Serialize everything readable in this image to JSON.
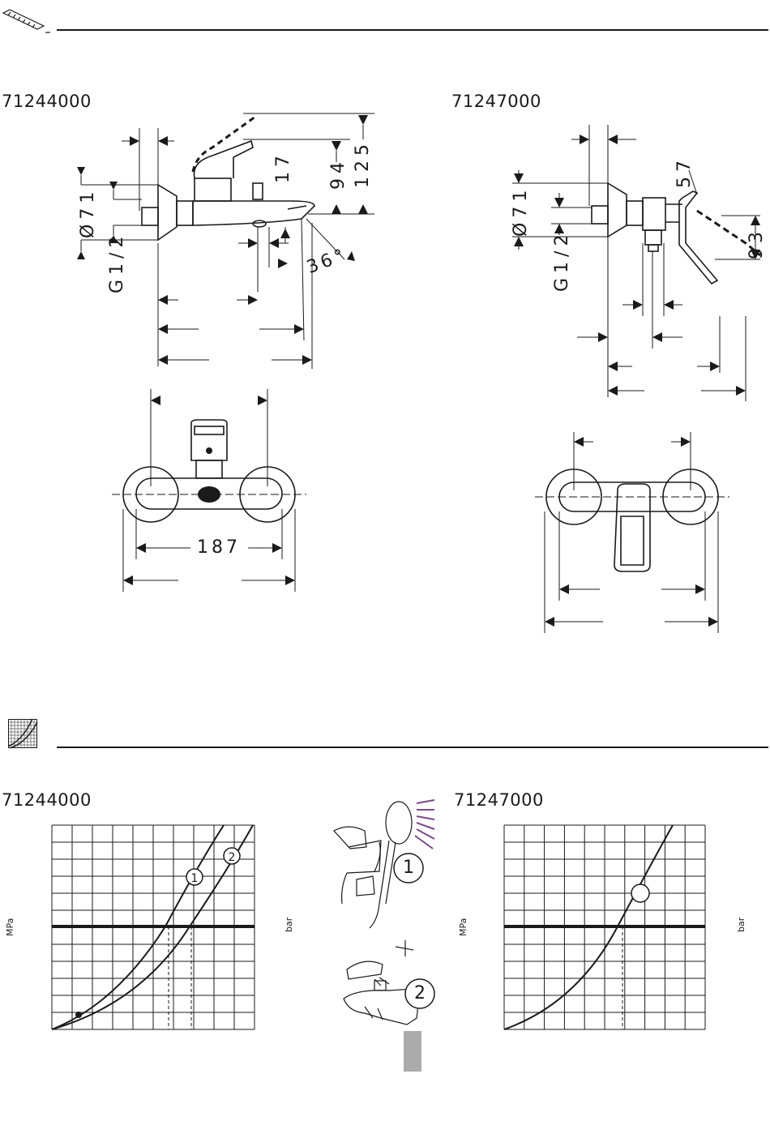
{
  "header": {
    "dimensions_icon": "ruler-icon",
    "flow_icon": "flow-diagram-icon"
  },
  "dimensions": {
    "left": {
      "model": "71244000",
      "labels": {
        "d71": "Ø71",
        "g12": "G1/2",
        "h17": "17",
        "h94": "94",
        "h125": "125",
        "angle": "36°",
        "width187": "187"
      }
    },
    "right": {
      "model": "71247000",
      "labels": {
        "d71": "Ø71",
        "g12": "G1/2",
        "h57": "57",
        "h93": "93"
      }
    }
  },
  "flow": {
    "left": {
      "model": "71244000",
      "ylabel_left": "MPa",
      "ylabel_right": "bar",
      "curves": [
        "1",
        "2"
      ]
    },
    "right": {
      "model": "71247000",
      "ylabel_left": "MPa",
      "ylabel_right": "bar"
    },
    "callouts": [
      "1",
      "2"
    ]
  }
}
